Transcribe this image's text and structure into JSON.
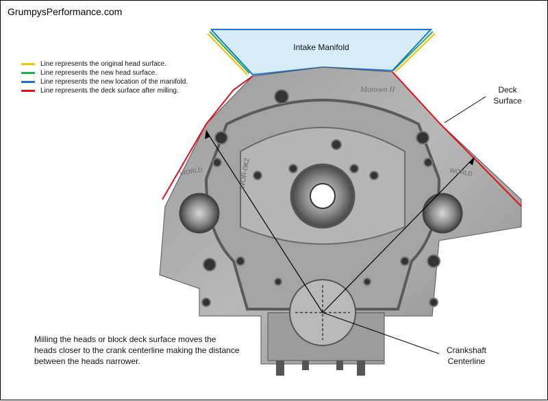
{
  "site_name": "GrumpysPerformance.com",
  "legend": [
    {
      "color": "#f2c200",
      "label": "Line represents the original head surface."
    },
    {
      "color": "#22b14c",
      "label": "Line represents the new head surface."
    },
    {
      "color": "#1f6fd1",
      "label": "Line represents the new location of the manifold."
    },
    {
      "color": "#e0101a",
      "label": "Line represents the deck surface after milling."
    }
  ],
  "manifold_label": "Intake Manifold",
  "deck_label_line1": "Deck",
  "deck_label_line2": "Surface",
  "crank_label_line1": "Crankshaft",
  "crank_label_line2": "Centerline",
  "note_text": "Milling the heads or block deck surface moves the heads closer to the crank centerline making the distance between the heads narrower.",
  "block_text": "Motown II",
  "casting_text": "WOR-0K2",
  "world_text": "WORLD"
}
